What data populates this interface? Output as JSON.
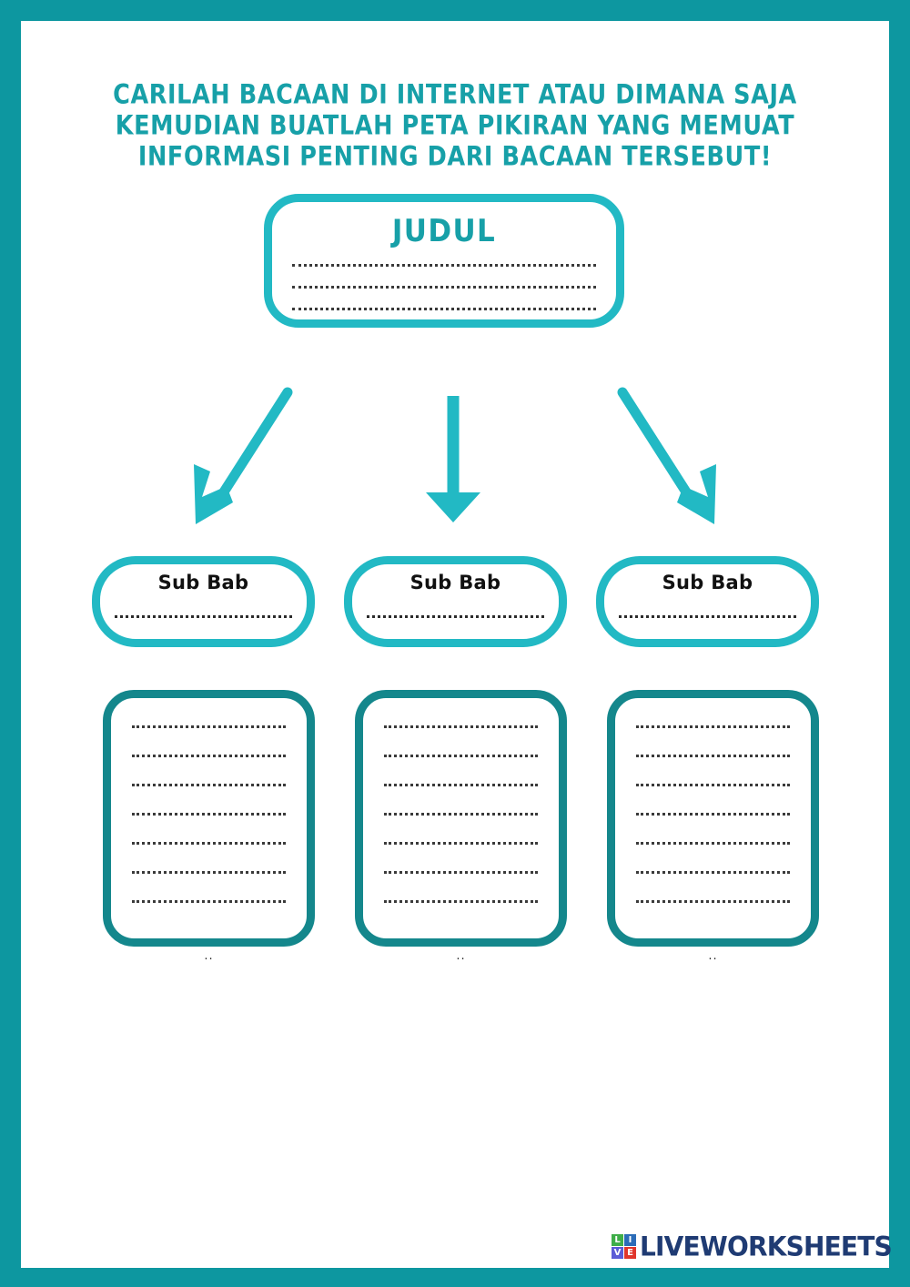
{
  "theme": {
    "frame_color": "#0D97A0",
    "heading_color": "#17A0A8",
    "accent_light": "#22B9C4",
    "accent_dark": "#14878C",
    "text_color": "#111111",
    "logo_text_color": "#1F3B73"
  },
  "heading": {
    "line1": "CARILAH BACAAN DI INTERNET ATAU DIMANA SAJA",
    "line2": "KEMUDIAN BUATLAH PETA PIKIRAN YANG MEMUAT",
    "line3": "INFORMASI PENTING DARI BACAAN TERSEBUT!"
  },
  "judul": {
    "title": "JUDUL",
    "line_count": 3
  },
  "sub_bab": [
    {
      "label": "Sub Bab"
    },
    {
      "label": "Sub Bab"
    },
    {
      "label": "Sub Bab"
    }
  ],
  "content_boxes": [
    {
      "line_count": 7,
      "caption": ".."
    },
    {
      "line_count": 7,
      "caption": ".."
    },
    {
      "line_count": 7,
      "caption": ".."
    }
  ],
  "arrows": [
    {
      "name": "arrow-left-diagonal",
      "direction": "down-left"
    },
    {
      "name": "arrow-center-vertical",
      "direction": "down"
    },
    {
      "name": "arrow-right-diagonal",
      "direction": "down-right"
    }
  ],
  "footer": {
    "logo_word": "LIVEWORKSHEETS",
    "tiles": [
      {
        "letter": "L",
        "color": "#3FAE49"
      },
      {
        "letter": "I",
        "color": "#2B6CB8"
      },
      {
        "letter": "V",
        "color": "#5B5BD6"
      },
      {
        "letter": "E",
        "color": "#E0352B"
      }
    ]
  }
}
